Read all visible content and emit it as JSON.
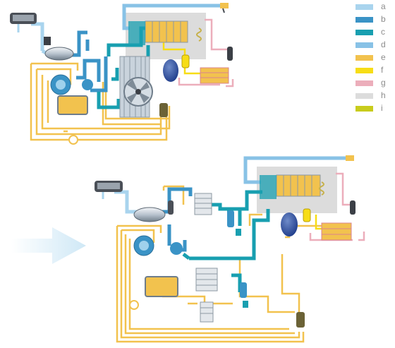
{
  "legend": [
    {
      "label": "a",
      "color": "#a9d4ee"
    },
    {
      "label": "b",
      "color": "#3a93c6"
    },
    {
      "label": "c",
      "color": "#189fb0"
    },
    {
      "label": "d",
      "color": "#88c2e6"
    },
    {
      "label": "e",
      "color": "#f2c24e"
    },
    {
      "label": "f",
      "color": "#f7dd16"
    },
    {
      "label": "g",
      "color": "#ecaebb"
    },
    {
      "label": "h",
      "color": "#dcdcdc"
    },
    {
      "label": "i",
      "color": "#c8cc1c"
    }
  ],
  "colors": {
    "pipe_air_cold": "#a9d4ee",
    "pipe_air_hot": "#3a93c6",
    "pipe_air_treated": "#189fb0",
    "pipe_air_outlet": "#88c2e6",
    "pipe_oil": "#f2c24e",
    "pipe_refrigerant_liquid": "#f7dd16",
    "pipe_refrigerant_gas": "#ecaebb",
    "panel_gray": "#dcdcdc",
    "arrow": "#d7ecf7"
  }
}
